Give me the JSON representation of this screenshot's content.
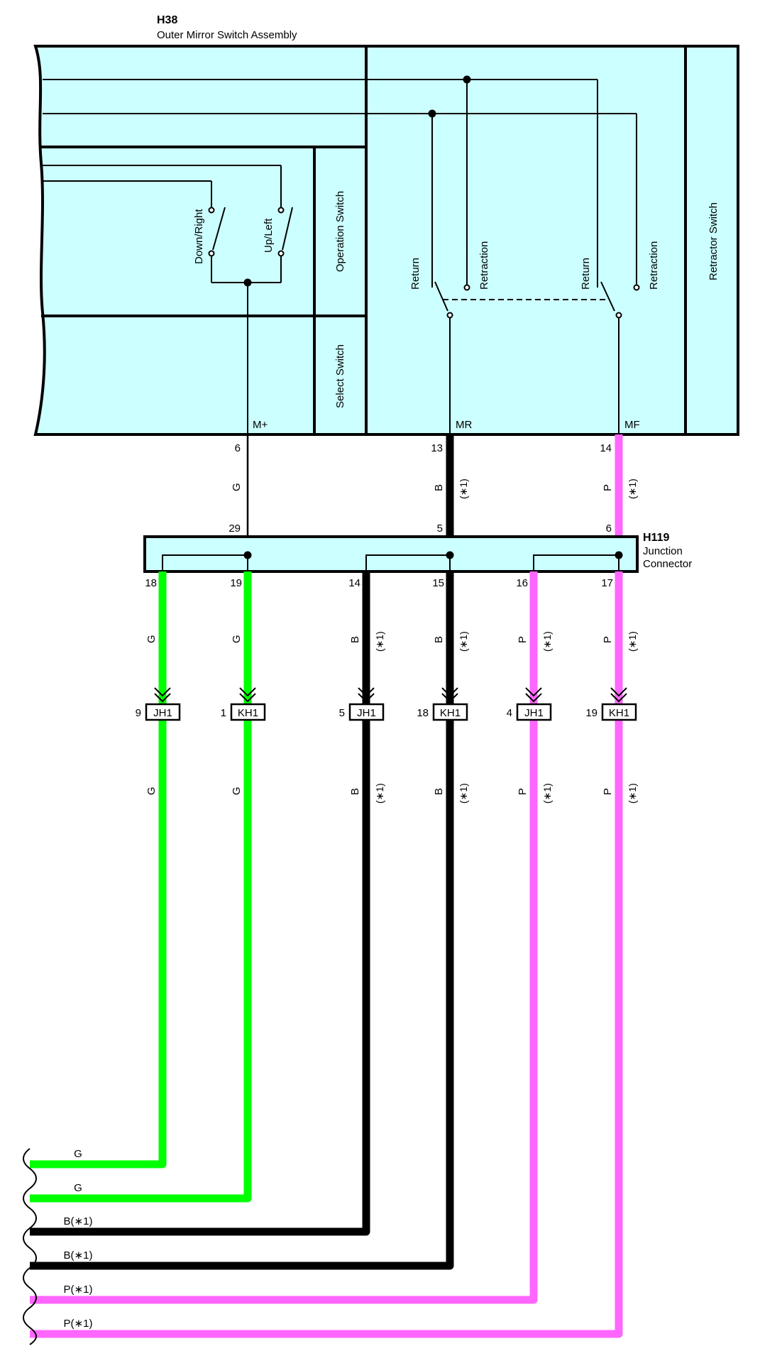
{
  "components": {
    "h38": {
      "code": "H38",
      "name": "Outer Mirror Switch Assembly"
    },
    "h119": {
      "code": "H119",
      "name_line1": "Junction",
      "name_line2": "Connector"
    }
  },
  "sections": {
    "operation_switch": "Operation Switch",
    "select_switch": "Select Switch",
    "retractor_switch": "Retractor Switch"
  },
  "switch_labels": {
    "down_right": "Down/Right",
    "up_left": "Up/Left",
    "return": "Return",
    "retraction": "Retraction"
  },
  "terminals": {
    "m_plus": "M+",
    "mr": "MR",
    "mf": "MF"
  },
  "pins_h38": [
    "6",
    "13",
    "14"
  ],
  "pins_h119_in": [
    "29",
    "5",
    "6"
  ],
  "pins_h119_out": [
    "18",
    "19",
    "14",
    "15",
    "16",
    "17"
  ],
  "wire_colors": {
    "g": "G",
    "b": "B",
    "p": "P",
    "note": "(∗1)"
  },
  "connectors": [
    {
      "pin": "9",
      "name": "JH1"
    },
    {
      "pin": "1",
      "name": "KH1"
    },
    {
      "pin": "5",
      "name": "JH1"
    },
    {
      "pin": "18",
      "name": "KH1"
    },
    {
      "pin": "4",
      "name": "JH1"
    },
    {
      "pin": "19",
      "name": "KH1"
    }
  ],
  "bottom_labels": [
    "G",
    "G",
    "B(∗1)",
    "B(∗1)",
    "P(∗1)",
    "P(∗1)"
  ],
  "colors": {
    "green": "#00ff00",
    "black": "#000000",
    "pink": "#ff66ff",
    "cyan_fill": "#ccffff"
  }
}
